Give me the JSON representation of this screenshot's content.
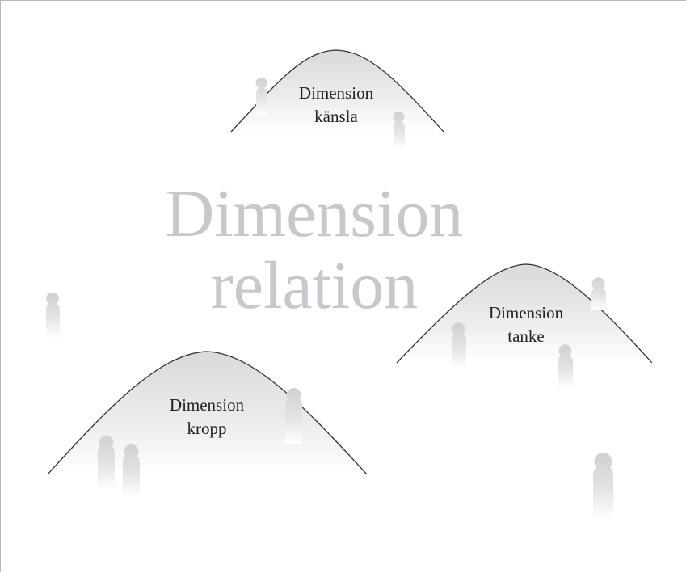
{
  "title": {
    "line1": "Dimension",
    "line2": "relation",
    "color": "#c8c8cc"
  },
  "mounds": {
    "kansla": {
      "line1": "Dimension",
      "line2": "känsla"
    },
    "tanke": {
      "line1": "Dimension",
      "line2": "tanke"
    },
    "kropp": {
      "line1": "Dimension",
      "line2": "kropp"
    }
  },
  "colors": {
    "mound_outline": "#333333",
    "mound_fill_top": "#dedede",
    "figure_fill": "#d7d7d7"
  }
}
